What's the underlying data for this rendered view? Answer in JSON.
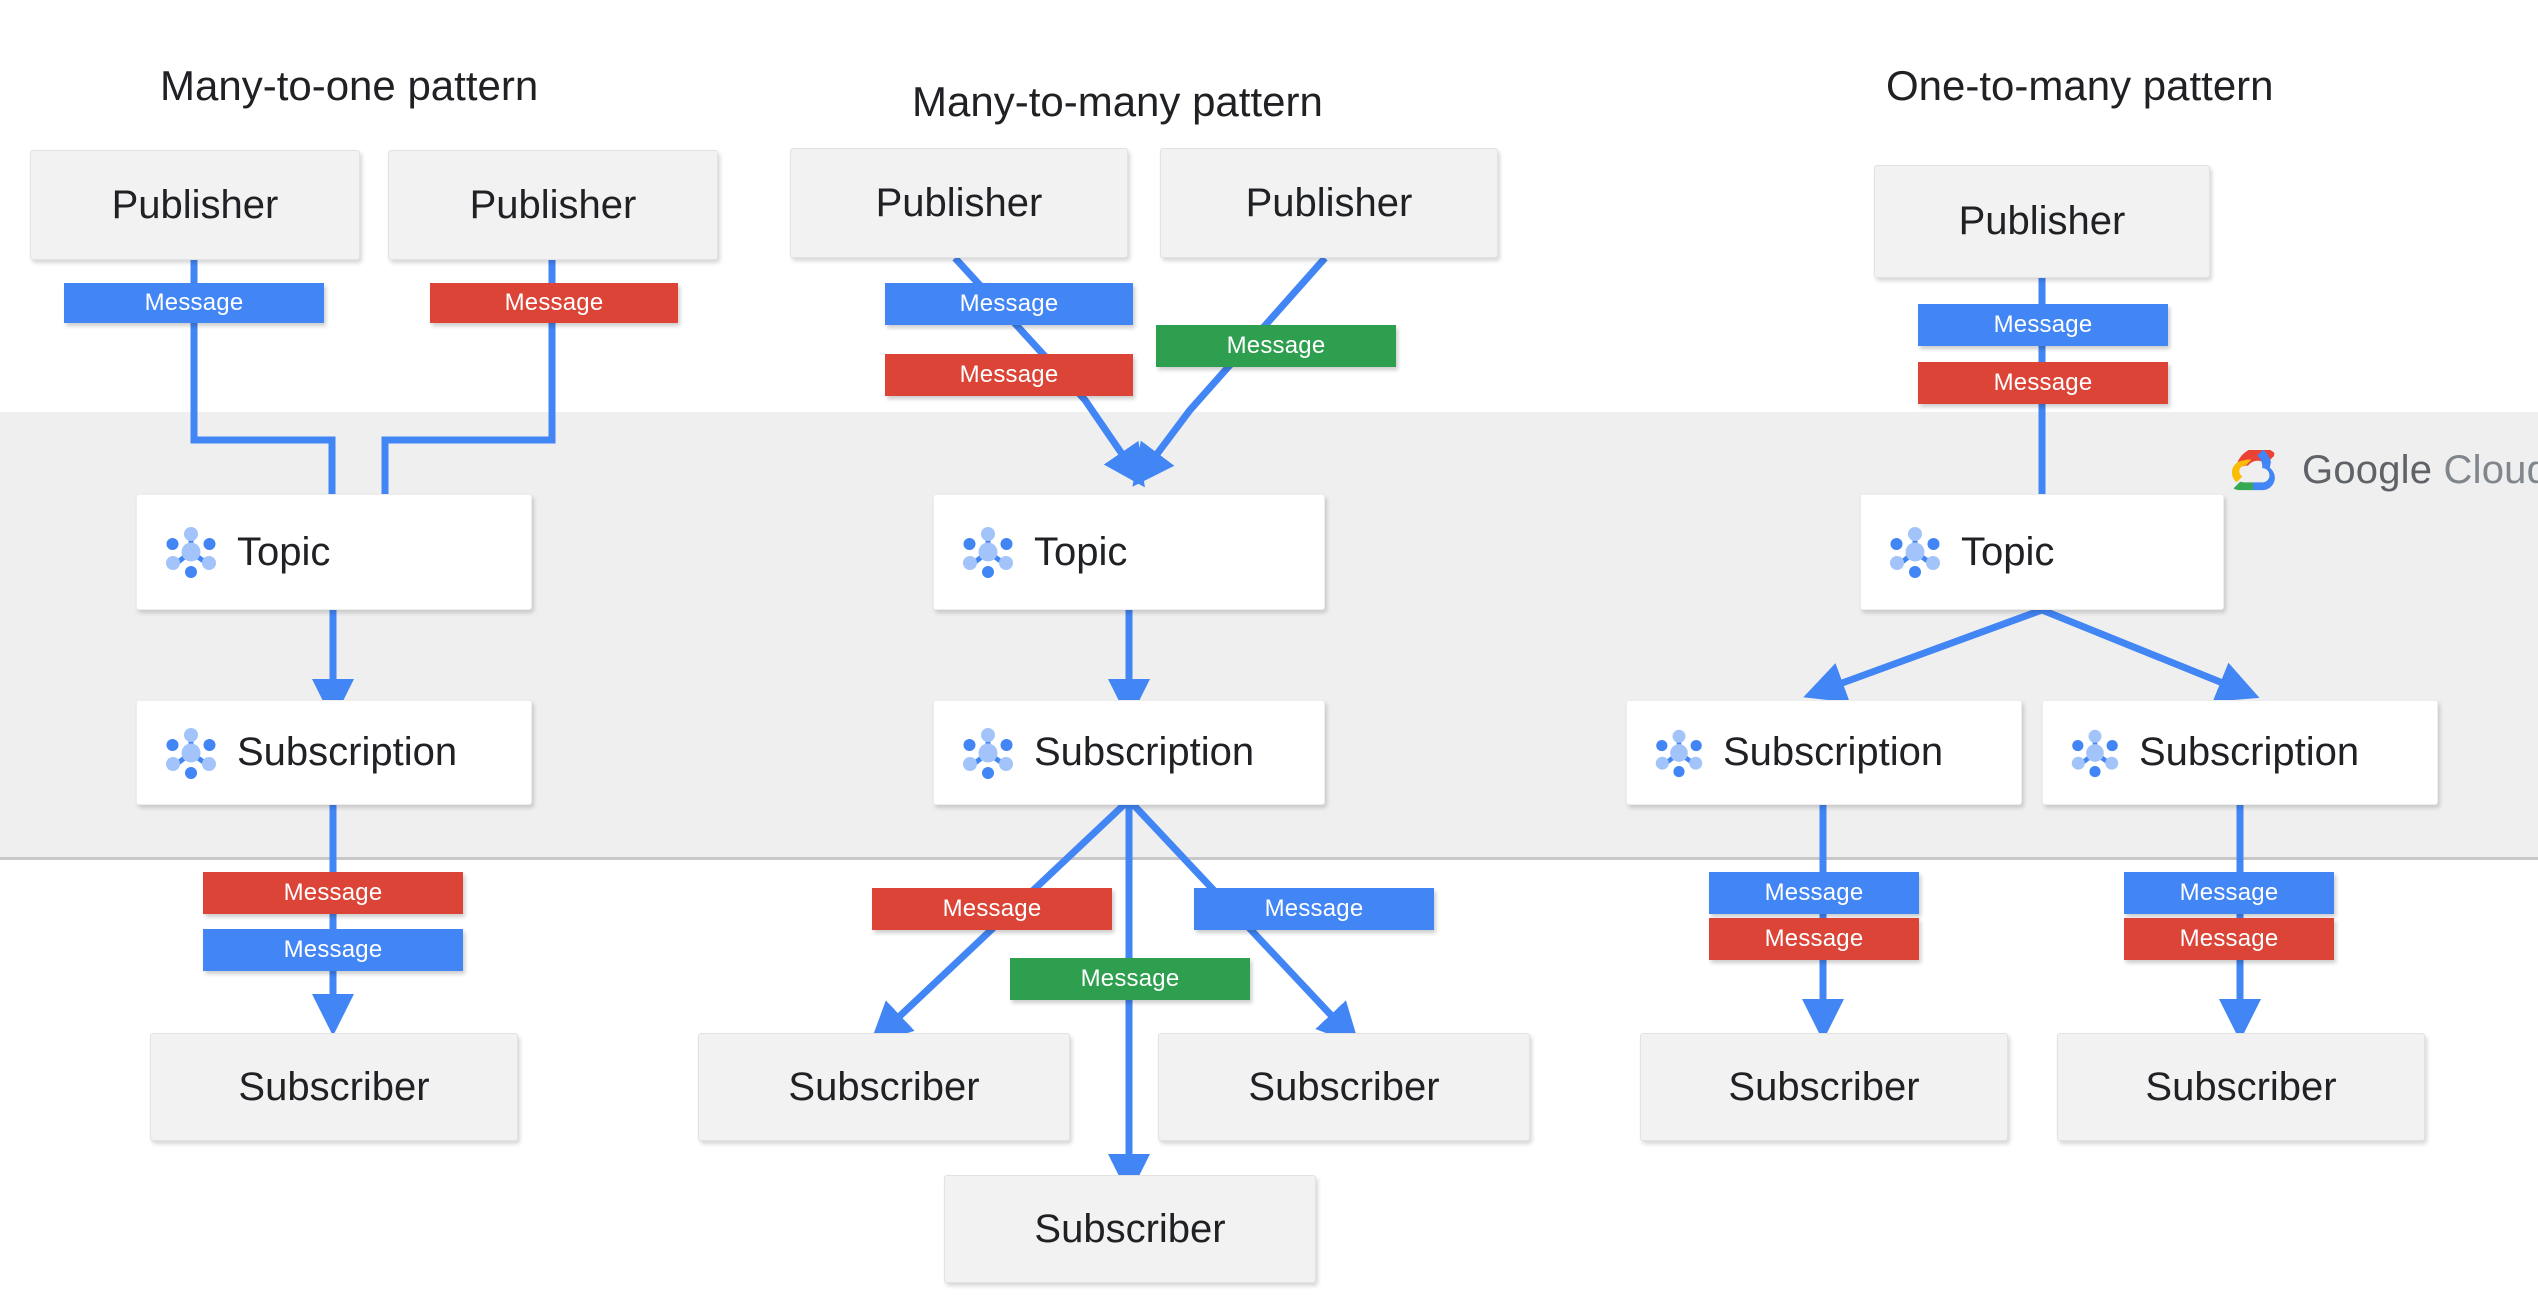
{
  "diagram": {
    "title_left": "Many-to-one pattern",
    "title_mid": "Many-to-many  pattern",
    "title_right": "One-to-many pattern",
    "brand": {
      "name_primary": "Google",
      "name_secondary": "Cloud",
      "logo": "google-cloud-logo-icon"
    },
    "band_label": "google-cloud-region-band",
    "colors": {
      "blue": "#4285F4",
      "red": "#DB4437",
      "green": "#2E9E4F",
      "band_gray": "#efefef",
      "node_gray": "#f2f2f2",
      "node_white": "#ffffff",
      "text": "#202124",
      "brand_text": "#5f6368",
      "logo_red": "#EA4335",
      "logo_yellow": "#FBBC05",
      "logo_green": "#34A853",
      "logo_blue": "#4285F4"
    },
    "labels": {
      "publisher": "Publisher",
      "subscriber": "Subscriber",
      "topic": "Topic",
      "subscription": "Subscription",
      "message": "Message"
    },
    "columns": [
      {
        "id": "many-to-one",
        "title": "Many-to-one pattern",
        "publishers": [
          "Publisher",
          "Publisher"
        ],
        "publish_messages": [
          "Message",
          "Message"
        ],
        "publish_message_colors": [
          "blue",
          "red"
        ],
        "topics": [
          "Topic"
        ],
        "subscriptions": [
          "Subscription"
        ],
        "deliver_messages": [
          "Message",
          "Message"
        ],
        "deliver_message_colors": [
          "red",
          "blue"
        ],
        "subscribers": [
          "Subscriber"
        ]
      },
      {
        "id": "many-to-many",
        "title": "Many-to-many  pattern",
        "publishers": [
          "Publisher",
          "Publisher"
        ],
        "publish_messages": [
          "Message",
          "Message",
          "Message"
        ],
        "publish_message_colors": [
          "blue",
          "red",
          "green"
        ],
        "topics": [
          "Topic"
        ],
        "subscriptions": [
          "Subscription"
        ],
        "deliver_messages": [
          "Message",
          "Message",
          "Message"
        ],
        "deliver_message_colors": [
          "red",
          "blue",
          "green"
        ],
        "subscribers": [
          "Subscriber",
          "Subscriber",
          "Subscriber"
        ]
      },
      {
        "id": "one-to-many",
        "title": "One-to-many pattern",
        "publishers": [
          "Publisher"
        ],
        "publish_messages": [
          "Message",
          "Message"
        ],
        "publish_message_colors": [
          "blue",
          "red"
        ],
        "topics": [
          "Topic"
        ],
        "subscriptions": [
          "Subscription",
          "Subscription"
        ],
        "deliver_messages": [
          "Message",
          "Message",
          "Message",
          "Message"
        ],
        "deliver_message_colors": [
          "blue",
          "red",
          "blue",
          "red"
        ],
        "subscribers": [
          "Subscriber",
          "Subscriber"
        ]
      }
    ]
  }
}
